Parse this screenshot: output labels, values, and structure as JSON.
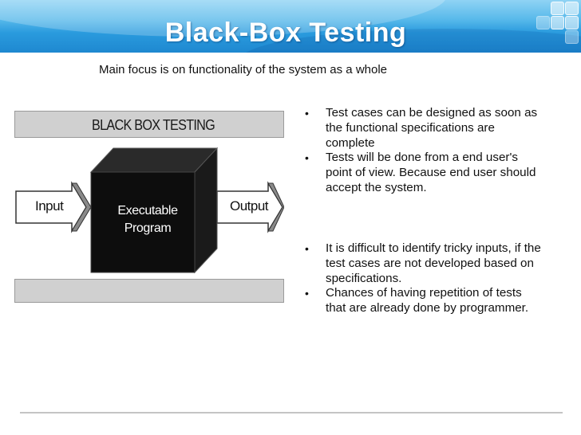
{
  "slide": {
    "title": "Black-Box Testing",
    "main_focus": "Main focus is on functionality of the system as a whole"
  },
  "diagram": {
    "top_bar_label": "BLACK BOX TESTING",
    "box_label_line1": "Executable",
    "box_label_line2": "Program",
    "input_label": "Input",
    "output_label": "Output"
  },
  "bullets_advantages": [
    "Test cases can be designed as soon as the functional specifications are complete",
    "Tests will be done from a end user's point of view. Because end user should accept the system."
  ],
  "bullets_disadvantages": [
    "It is difficult to identify tricky inputs, if the test cases are not developed based on specifications.",
    "Chances of having repetition of tests that are already done by programmer."
  ],
  "colors": {
    "header_blue": "#2a9bde",
    "header_light": "#8fd3f4",
    "box_black": "#111111",
    "bar_gray": "#d0d0d0"
  }
}
